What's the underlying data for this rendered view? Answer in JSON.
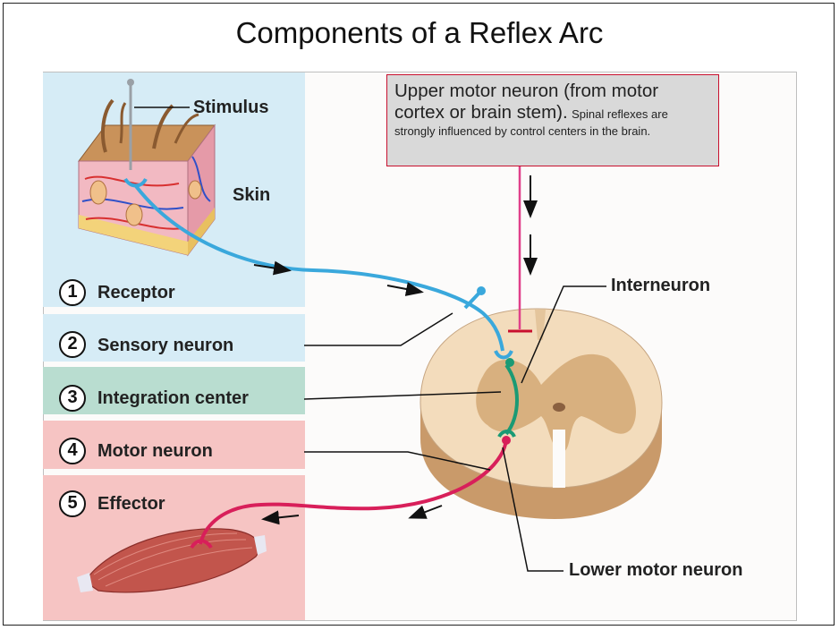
{
  "title": "Components of a Reflex Arc",
  "labels": {
    "stimulus": "Stimulus",
    "skin": "Skin",
    "interneuron": "Interneuron",
    "lower_motor_neuron": "Lower motor neuron"
  },
  "upper_motor_neuron": {
    "main": "Upper motor neuron (from motor cortex or brain stem).",
    "note": "Spinal reflexes are strongly influenced by control centers in the brain."
  },
  "components": [
    {
      "number": "1",
      "label": "Receptor"
    },
    {
      "number": "2",
      "label": "Sensory neuron"
    },
    {
      "number": "3",
      "label": "Integration center"
    },
    {
      "number": "4",
      "label": "Motor neuron"
    },
    {
      "number": "5",
      "label": "Effector"
    }
  ],
  "colors": {
    "receptor_band": "#d6ecf6",
    "sensory_band": "#d6ecf6",
    "integration_band": "#b9ddd0",
    "motor_band": "#f6c4c3",
    "effector_band": "#f6c4c3",
    "sensory_neuron": "#3aa8dc",
    "interneuron": "#1a9a74",
    "motor_neuron": "#d81f5a",
    "upper_motor_line": "#e0408a"
  }
}
